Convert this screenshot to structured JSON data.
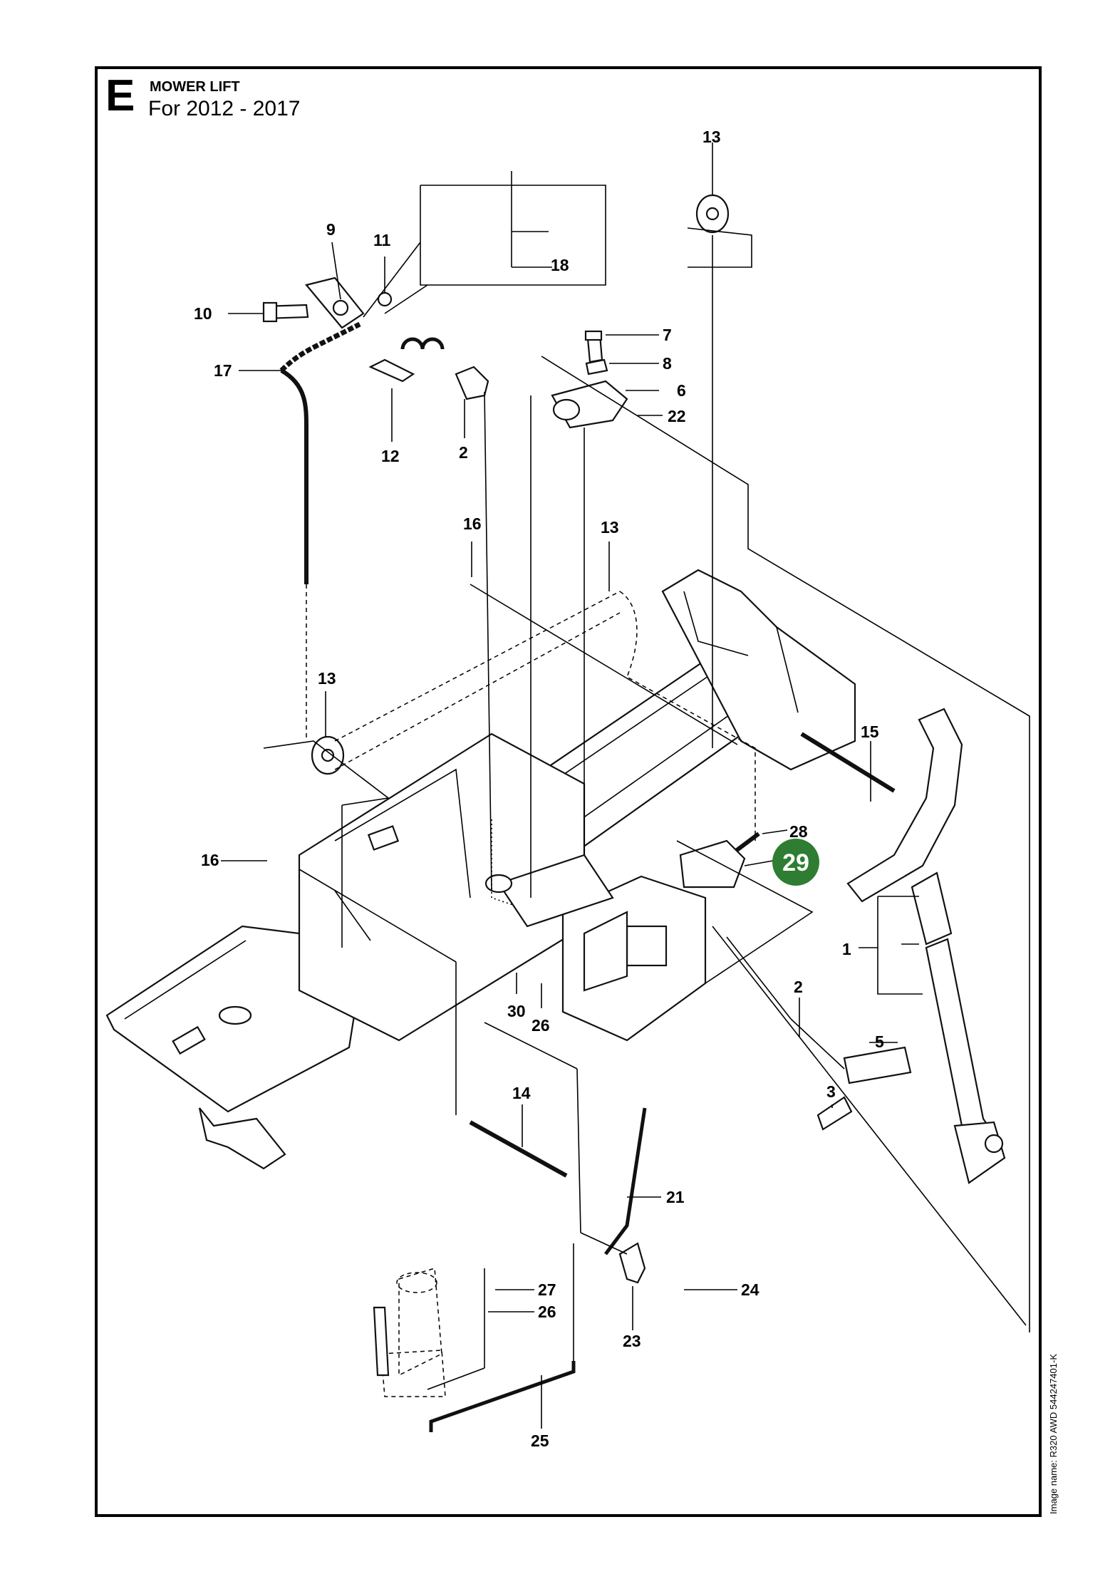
{
  "section": {
    "letter": "E",
    "title": "MOWER LIFT",
    "subtitle": "For 2012 - 2017"
  },
  "image_name": "Image name: R320 AWD 544247401-K",
  "callouts": {
    "c1": "1",
    "c2a": "2",
    "c2b": "2",
    "c3": "3",
    "c5": "5",
    "c6": "6",
    "c7": "7",
    "c8": "8",
    "c9": "9",
    "c10": "10",
    "c11": "11",
    "c12": "12",
    "c13a": "13",
    "c13b": "13",
    "c13c": "13",
    "c14": "14",
    "c15": "15",
    "c16a": "16",
    "c16b": "16",
    "c17": "17",
    "c18": "18",
    "c21": "21",
    "c22": "22",
    "c23": "23",
    "c24": "24",
    "c25": "25",
    "c26a": "26",
    "c26b": "26",
    "c27": "27",
    "c28": "28",
    "c30": "30"
  },
  "highlight": {
    "label": "29",
    "color": "#2e7d32"
  },
  "colors": {
    "border": "#000000",
    "background": "#ffffff"
  }
}
